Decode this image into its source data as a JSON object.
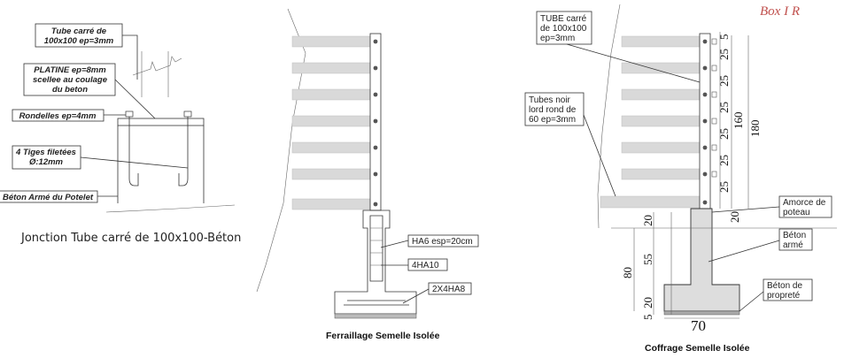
{
  "top_corner_text": "Box I R",
  "left": {
    "labels": [
      [
        "Tube carré de",
        "100x100 ep=3mm"
      ],
      [
        "PLATINE ep=8mm",
        "scellee au coulage",
        "du beton"
      ],
      [
        "Rondelles ep=4mm"
      ],
      [
        "4 Tiges filetées",
        "Ø:12mm"
      ],
      [
        "Béton Armé du Potelet"
      ]
    ],
    "caption": "Jonction Tube carré de 100x100-Béton"
  },
  "middle": {
    "labels": [
      "HA6 esp=20cm",
      "4HA10",
      "2X4HA8"
    ],
    "caption": "Ferraillage Semelle Isolée"
  },
  "right": {
    "labels_left": [
      [
        "TUBE carré",
        "de 100x100",
        "ep=3mm"
      ],
      [
        "Tubes noir",
        "lord rond de",
        "60 ep=3mm"
      ]
    ],
    "labels_right": [
      [
        "Amorce de",
        "poteau"
      ],
      [
        "Béton",
        "armé"
      ],
      [
        "Béton de",
        "propreté"
      ]
    ],
    "rail_dims": [
      "5",
      "25",
      "25",
      "25",
      "25",
      "25",
      "25",
      "20"
    ],
    "total_dims": [
      "160",
      "180"
    ],
    "footing_dims": [
      "20",
      "55",
      "80",
      "20",
      "5"
    ],
    "width_dim": "70",
    "caption": "Coffrage Semelle Isolée"
  }
}
